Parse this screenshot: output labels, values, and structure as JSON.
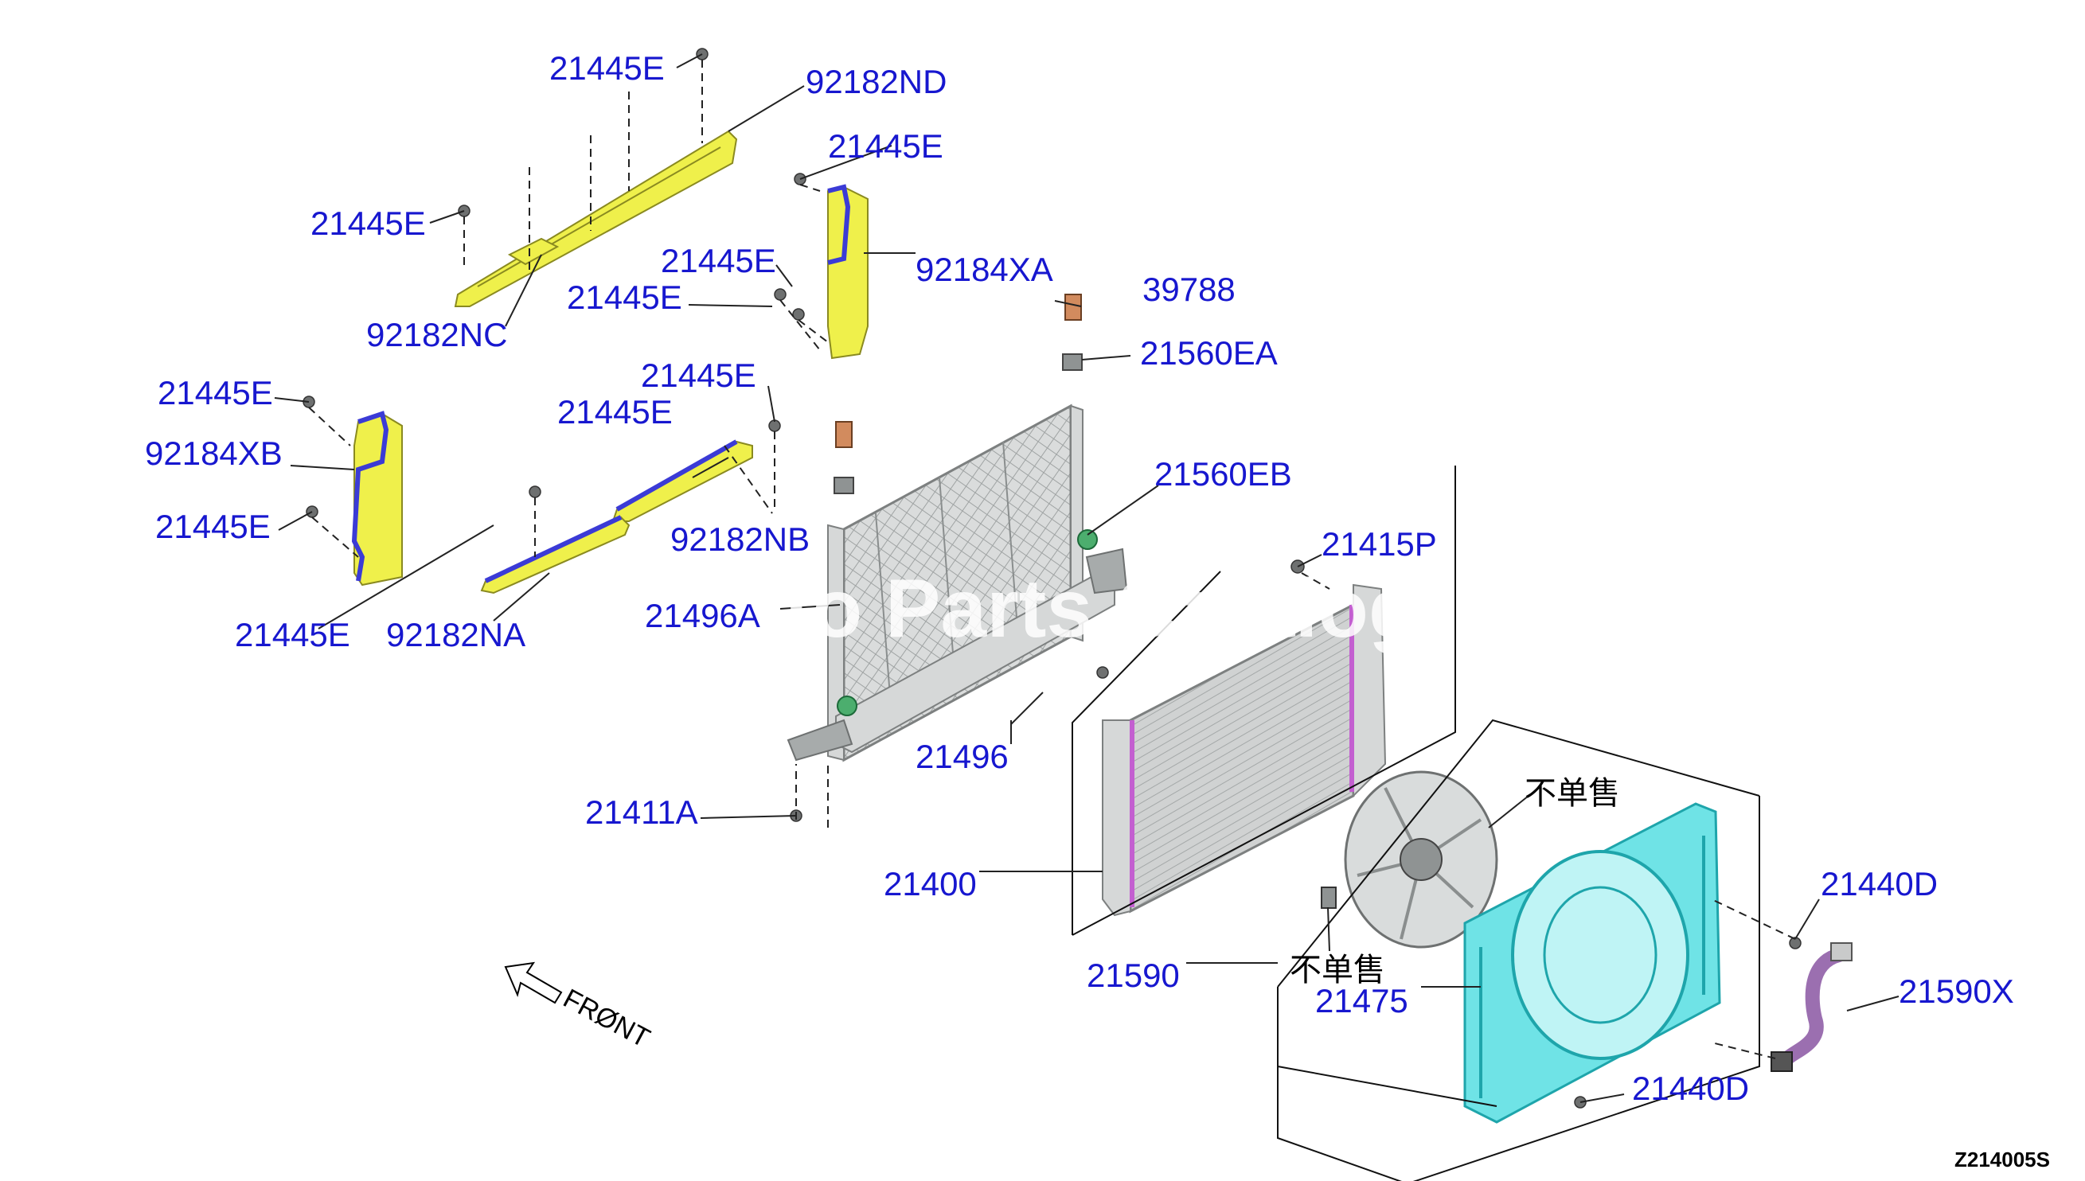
{
  "parts": {
    "p_21445E_1": "21445E",
    "p_92182ND": "92182ND",
    "p_21445E_2": "21445E",
    "p_21445E_3": "21445E",
    "p_92184XA": "92184XA",
    "p_21445E_4": "21445E",
    "p_21445E_5": "21445E",
    "p_92182NC": "92182NC",
    "p_39788": "39788",
    "p_21560EA": "21560EA",
    "p_21445E_6": "21445E",
    "p_21445E_7": "21445E",
    "p_21445E_8": "21445E",
    "p_92184XB": "92184XB",
    "p_21560EB": "21560EB",
    "p_21445E_9": "21445E",
    "p_92182NB": "92182NB",
    "p_21415P": "21415P",
    "p_21445E_10": "21445E",
    "p_92182NA": "92182NA",
    "p_21496A": "21496A",
    "p_21496": "21496",
    "p_21411A": "21411A",
    "p_21400": "21400",
    "p_21440D_1": "21440D",
    "p_21590": "21590",
    "p_21475": "21475",
    "p_21590X": "21590X",
    "p_21440D_2": "21440D"
  },
  "notes": {
    "not_sold_1": "不单售",
    "not_sold_2": "不单售"
  },
  "front_label": "FRØNT",
  "drawing_number": "Z214005S",
  "watermark": "to Parts Catalog",
  "colors": {
    "callout": "#1717cf",
    "shroud": "#6fe3e6",
    "deflector": "#eff04b",
    "hose": "#9b6fb0"
  }
}
